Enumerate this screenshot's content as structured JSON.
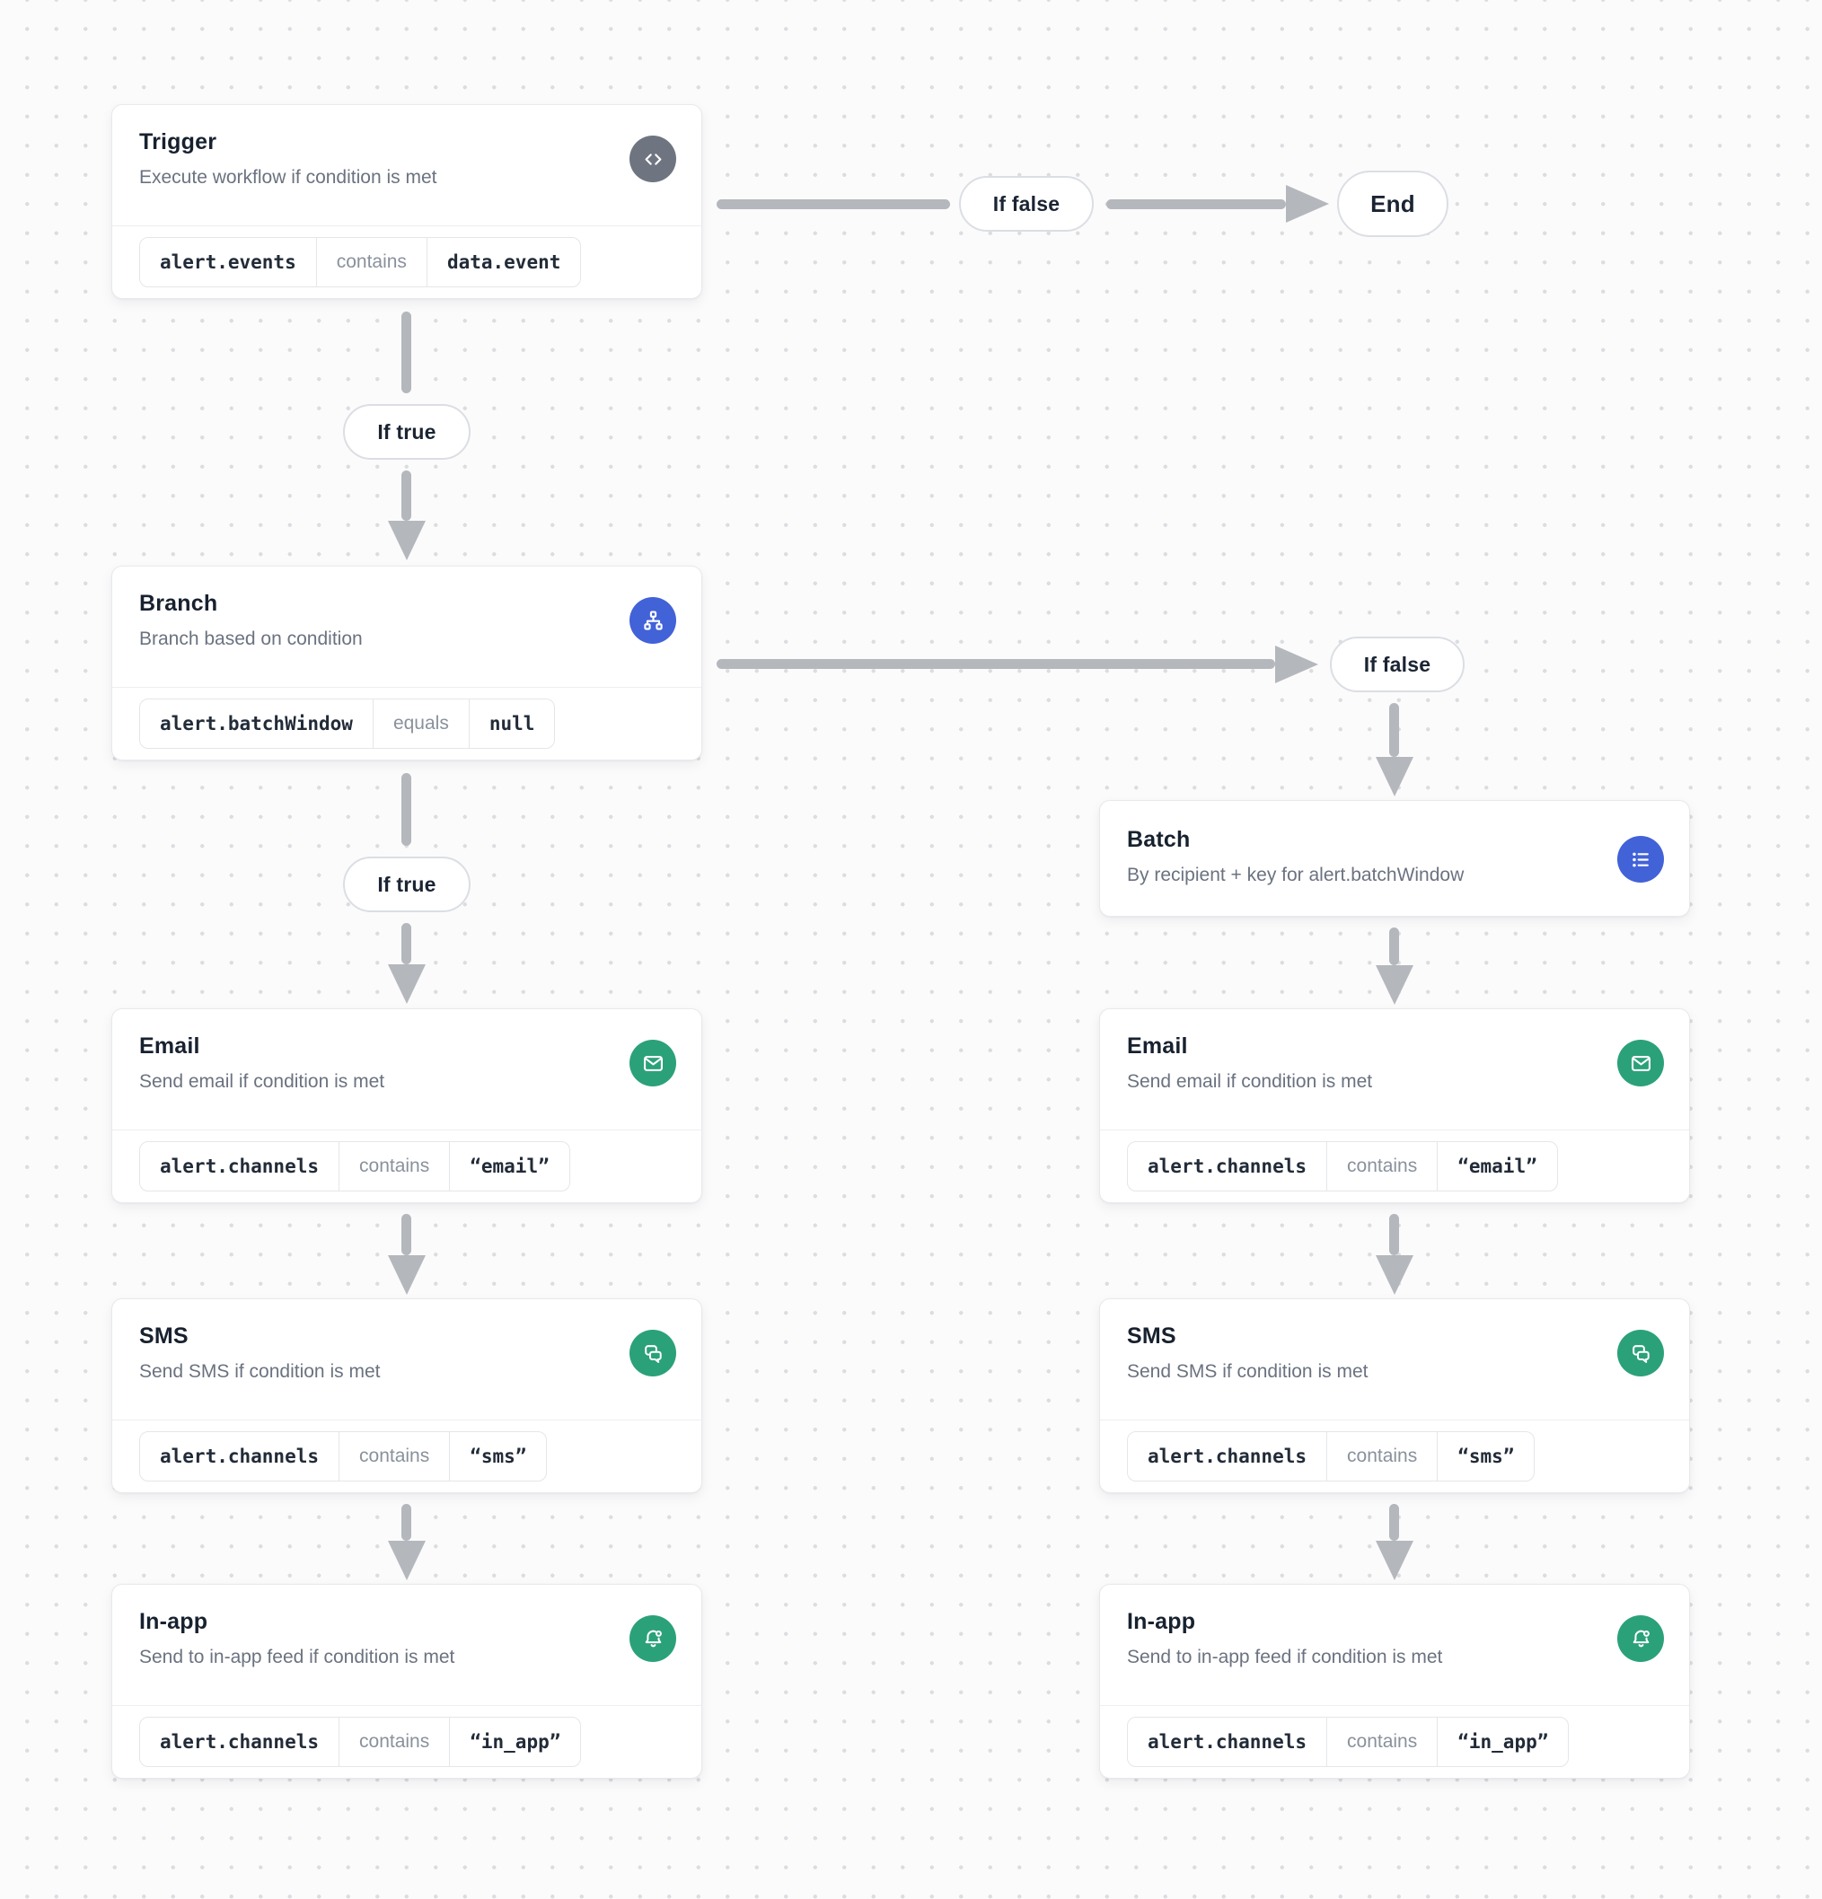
{
  "canvas": {
    "background": "#fbfbfc",
    "dot_color": "#dcdde1",
    "arrow_color": "#b4b7bc",
    "accent_gray": "#6e7580",
    "accent_blue": "#4262d8",
    "accent_green": "#2ba17a"
  },
  "labels": {
    "if_true": "If true",
    "if_false": "If false",
    "end": "End"
  },
  "nodes": {
    "trigger": {
      "title": "Trigger",
      "subtitle": "Execute workflow if condition is met",
      "icon": "code-icon",
      "condition": {
        "field": "alert.events",
        "operator": "contains",
        "value": "data.event"
      }
    },
    "branch": {
      "title": "Branch",
      "subtitle": "Branch based on condition",
      "icon": "sitemap-icon",
      "condition": {
        "field": "alert.batchWindow",
        "operator": "equals",
        "value": "null"
      }
    },
    "batch": {
      "title": "Batch",
      "subtitle": "By recipient + key for alert.batchWindow",
      "icon": "list-icon"
    },
    "email_left": {
      "title": "Email",
      "subtitle": "Send email if condition is met",
      "icon": "mail-icon",
      "condition": {
        "field": "alert.channels",
        "operator": "contains",
        "value": "“email”"
      }
    },
    "sms_left": {
      "title": "SMS",
      "subtitle": "Send SMS if condition is met",
      "icon": "chat-icon",
      "condition": {
        "field": "alert.channels",
        "operator": "contains",
        "value": "“sms”"
      }
    },
    "inapp_left": {
      "title": "In-app",
      "subtitle": "Send to in-app feed if condition is met",
      "icon": "bell-dot-icon",
      "condition": {
        "field": "alert.channels",
        "operator": "contains",
        "value": "“in_app”"
      }
    },
    "email_right": {
      "title": "Email",
      "subtitle": "Send email if condition is met",
      "icon": "mail-icon",
      "condition": {
        "field": "alert.channels",
        "operator": "contains",
        "value": "“email”"
      }
    },
    "sms_right": {
      "title": "SMS",
      "subtitle": "Send SMS if condition is met",
      "icon": "chat-icon",
      "condition": {
        "field": "alert.channels",
        "operator": "contains",
        "value": "“sms”"
      }
    },
    "inapp_right": {
      "title": "In-app",
      "subtitle": "Send to in-app feed if condition is met",
      "icon": "bell-dot-icon",
      "condition": {
        "field": "alert.channels",
        "operator": "contains",
        "value": "“in_app”"
      }
    }
  }
}
